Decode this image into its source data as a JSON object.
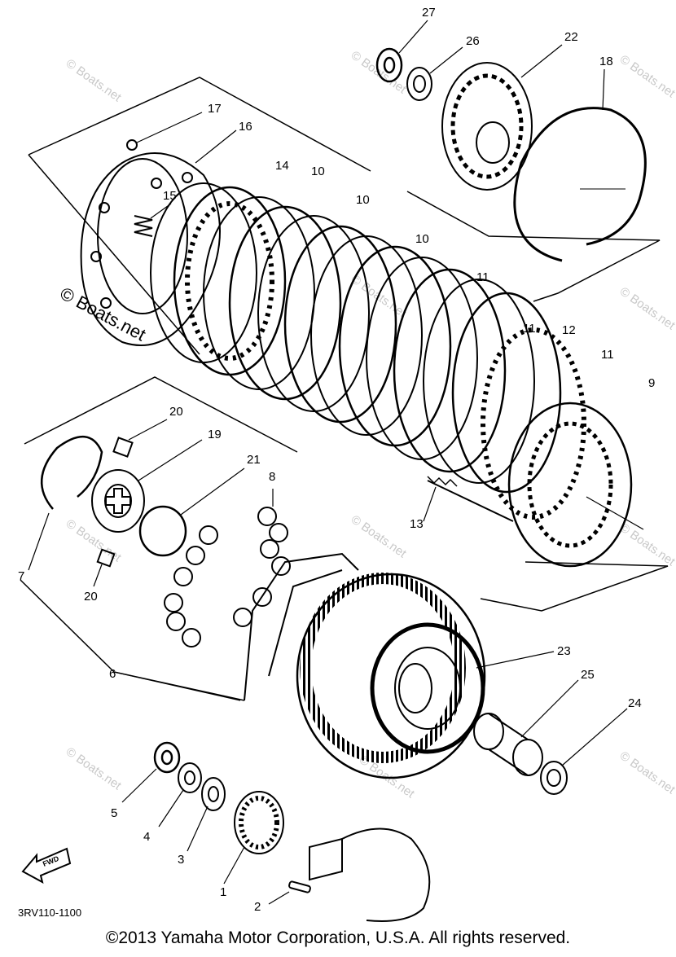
{
  "diagram": {
    "part_labels": {
      "p1": "1",
      "p2": "2",
      "p3": "3",
      "p4": "4",
      "p5": "5",
      "p6": "6",
      "p7": "7",
      "p8": "8",
      "p9": "9",
      "p10a": "10",
      "p10b": "10",
      "p10c": "10",
      "p11a": "11",
      "p11b": "11",
      "p11c": "11",
      "p12": "12",
      "p13": "13",
      "p14": "14",
      "p15": "15",
      "p16": "16",
      "p17": "17",
      "p18": "18",
      "p19": "19",
      "p20a": "20",
      "p20b": "20",
      "p21": "21",
      "p22": "22",
      "p23": "23",
      "p24": "24",
      "p25": "25",
      "p26": "26",
      "p27": "27"
    },
    "watermark_text": "© Boats.net",
    "watermark_large": "© Boats.net",
    "fwd_label": "FWD",
    "drawing_code": "3RV110-1100"
  },
  "footer": {
    "copyright": "©2013 Yamaha Motor Corporation, U.S.A. All rights reserved."
  }
}
